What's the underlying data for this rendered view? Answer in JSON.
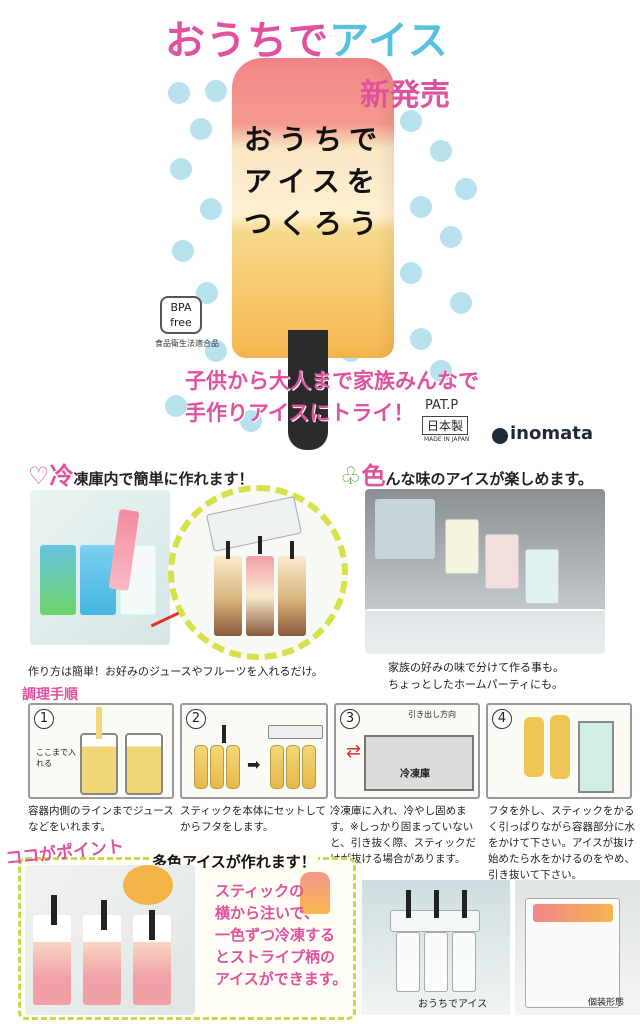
{
  "hero": {
    "title_part1": "おうちで",
    "title_part2": "アイス",
    "new_release": "新発売",
    "popsicle_lines": [
      "おうちで",
      "アイスを",
      "つくろう"
    ],
    "bpa_line1": "BPA",
    "bpa_line2": "free",
    "bpa_caption": "食品衛生法適合品",
    "slogan_line1": "子供から大人まで家族みんなで",
    "slogan_line2": "手作りアイスにトライ！",
    "pat": "PAT.P",
    "made_in": "日本製",
    "made_in_en": "MADE IN JAPAN",
    "brand": "inomata",
    "colors": {
      "pink": "#e0519e",
      "blue": "#56c1e0",
      "dot": "#b9e2ef"
    }
  },
  "features": {
    "left_head_big": "冷",
    "left_head_rest": "凍庫内で簡単に作れます！",
    "right_head_big": "色",
    "right_head_rest": "んな味のアイスが楽しめます。",
    "left_caption": "作り方は簡単！お好みのジュースやフルーツを入れるだけ。",
    "right_caption_line1": "家族の好みの味で分けて作る事も。",
    "right_caption_line2": "ちょっとしたホームパーティにも。"
  },
  "steps": {
    "title": "調理手順",
    "items": [
      {
        "num": "1",
        "inner": "ここまで入れる",
        "caption": "容器内側のラインまでジュースなどをいれます。"
      },
      {
        "num": "2",
        "inner": "",
        "caption": "スティックを本体にセットしてからフタをします。"
      },
      {
        "num": "3",
        "inner": "引き出し方向",
        "inner2": "冷凍庫",
        "caption": "冷凍庫に入れ、冷やし固めます。※しっかり固まっていないと、引き抜く際、スティックだけが抜ける場合があります。"
      },
      {
        "num": "4",
        "inner": "",
        "caption": "フタを外し、スティックをかるく引っぱりながら容器部分に水をかけて下さい。アイスが抜け始めたら水をかけるのをやめ、引き抜いて下さい。"
      }
    ]
  },
  "point": {
    "tag": "ココがポイント",
    "headline": "多色アイスが作れます！",
    "text_lines": [
      "スティックの",
      "横から注いで、",
      "一色ずつ冷凍する",
      "とストライプ柄の",
      "アイスができます。"
    ]
  },
  "product": {
    "product_caption": "おうちでアイス",
    "package_caption": "個装形態"
  }
}
